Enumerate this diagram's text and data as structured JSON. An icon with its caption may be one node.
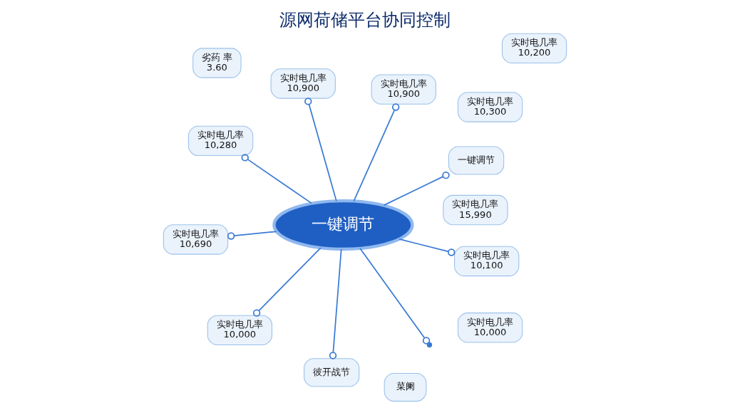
{
  "diagram": {
    "title": "源网荷储平台协同控制",
    "nodes": [
      {
        "text": [
          "一键调节"
        ]
      },
      {
        "text": [
          "实时电几率",
          "15,990"
        ]
      },
      {
        "text": [
          "一键调节"
        ]
      },
      {
        "text": [
          "彼开战节"
        ]
      },
      {
        "text": [
          "实时电几率",
          "10,000"
        ]
      },
      {
        "text": [
          "实时电几率",
          "10,300"
        ]
      },
      {
        "text": [
          "实时电几率",
          "10,280"
        ]
      },
      {
        "text": [
          "实时电几率",
          "10,900"
        ]
      },
      {
        "text": [
          "实时电几率",
          "10,200"
        ]
      },
      {
        "text": [
          "劣药 率",
          "3.60"
        ]
      },
      {
        "text": [
          "实时电几率",
          "10,900"
        ]
      },
      {
        "text": [
          "实时电几率",
          "10,690"
        ]
      },
      {
        "text": [
          "实时电几率",
          "10,100"
        ]
      },
      {
        "text": [
          "实时电几率",
          "10,000"
        ]
      },
      {
        "text": [
          "菜阑"
        ]
      }
    ],
    "edges": [
      {
        "from": 0,
        "to": null,
        "arrow": "other"
      },
      {
        "from": 0,
        "to": 2,
        "arrow": "other"
      },
      {
        "from": 0,
        "to": 3,
        "arrow": "other"
      },
      {
        "from": 0,
        "to": 6,
        "arrow": "other"
      },
      {
        "from": 0,
        "to": 7,
        "arrow": "other"
      },
      {
        "from": 0,
        "to": 10,
        "arrow": "other"
      },
      {
        "from": 0,
        "to": 11,
        "arrow": "other"
      },
      {
        "from": 0,
        "to": 12,
        "arrow": "other"
      },
      {
        "from": 0,
        "to": 13,
        "arrow": "other"
      }
    ]
  }
}
